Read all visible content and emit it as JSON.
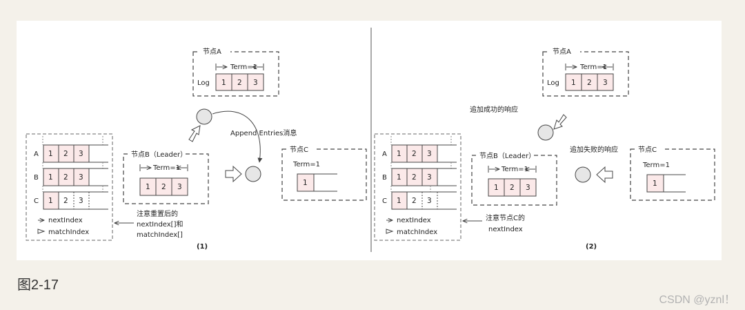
{
  "caption": "图2-17",
  "watermark": "CSDN @yznl！",
  "panel1": {
    "node_a": {
      "title": "节点A",
      "term": "Term=1",
      "log_label": "Log",
      "cells": [
        "1",
        "2",
        "3"
      ]
    },
    "node_b": {
      "title": "节点B（Leader）",
      "term": "Term=1",
      "cells": [
        "1",
        "2",
        "3"
      ]
    },
    "node_c": {
      "title": "节点C",
      "term": "Term=1",
      "cells": [
        "1"
      ]
    },
    "append_label": "Append Entries消息",
    "leader_table": {
      "rows": [
        {
          "label": "A",
          "cells": [
            "1",
            "2",
            "3"
          ]
        },
        {
          "label": "B",
          "cells": [
            "1",
            "2",
            "3"
          ]
        },
        {
          "label": "C",
          "cells": [
            "1",
            "2",
            "3"
          ]
        }
      ],
      "legend_next": "nextIndex",
      "legend_match": "matchIndex"
    },
    "note_line1": "注意重置后的",
    "note_line2": "nextIndex[]和",
    "note_line3": "matchIndex[]",
    "sub_label": "(1)"
  },
  "panel2": {
    "node_a": {
      "title": "节点A",
      "term": "Term=1",
      "log_label": "Log",
      "cells": [
        "1",
        "2",
        "3"
      ]
    },
    "node_b": {
      "title": "节点B（Leader）",
      "term": "Term=1",
      "cells": [
        "1",
        "2",
        "3"
      ]
    },
    "node_c": {
      "title": "节点C",
      "term": "Term=1",
      "cells": [
        "1"
      ]
    },
    "success_label": "追加成功的响应",
    "fail_label": "追加失败的响应",
    "leader_table": {
      "rows": [
        {
          "label": "A",
          "cells": [
            "1",
            "2",
            "3"
          ]
        },
        {
          "label": "B",
          "cells": [
            "1",
            "2",
            "3"
          ]
        },
        {
          "label": "C",
          "cells": [
            "1",
            "2",
            "3"
          ]
        }
      ],
      "legend_next": "nextIndex",
      "legend_match": "matchIndex"
    },
    "note_line1": "注意节点C的",
    "note_line2": "nextIndex",
    "sub_label": "(2)"
  },
  "colors": {
    "cell_fill": "#fbe9e9",
    "line": "#444444",
    "circle_fill": "#e6e6e6"
  }
}
